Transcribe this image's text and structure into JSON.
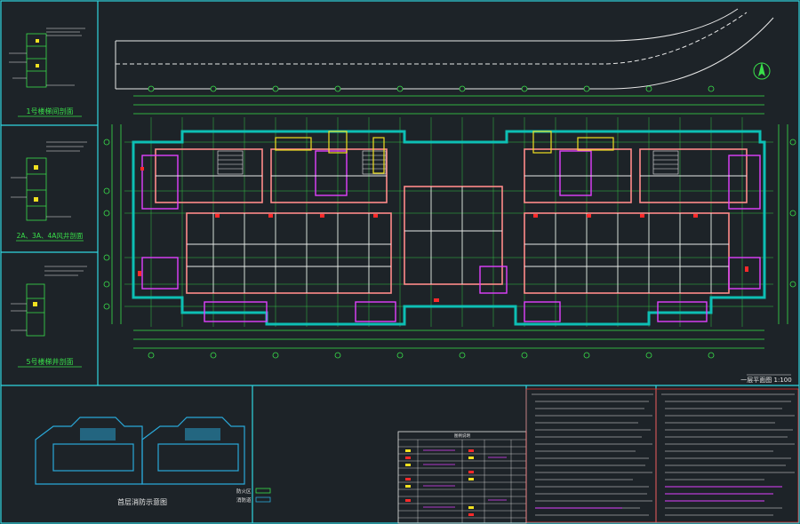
{
  "colors": {
    "background": "#1d2328",
    "frame": "#2fd6e0",
    "wall": "#0dbfb4",
    "grid": "#39e04a",
    "room": "#e040ff",
    "outline": "#ff8a8a",
    "yellow": "#f0e020",
    "white": "#e8e8e8",
    "red": "#ff2a2a"
  },
  "left_panel": {
    "detail_1_title": "1号楼梯间剖面",
    "detail_2_title": "2A、3A、4A风井剖面",
    "detail_3_title": "5号楼梯井剖面"
  },
  "plan": {
    "scale_label": "一层平面图 1:100"
  },
  "keyplan": {
    "title": "首层消防示意图",
    "legend_a": "防火区",
    "legend_b": "消防道"
  },
  "legend_table": {
    "title": "图例说明"
  },
  "notes": {}
}
